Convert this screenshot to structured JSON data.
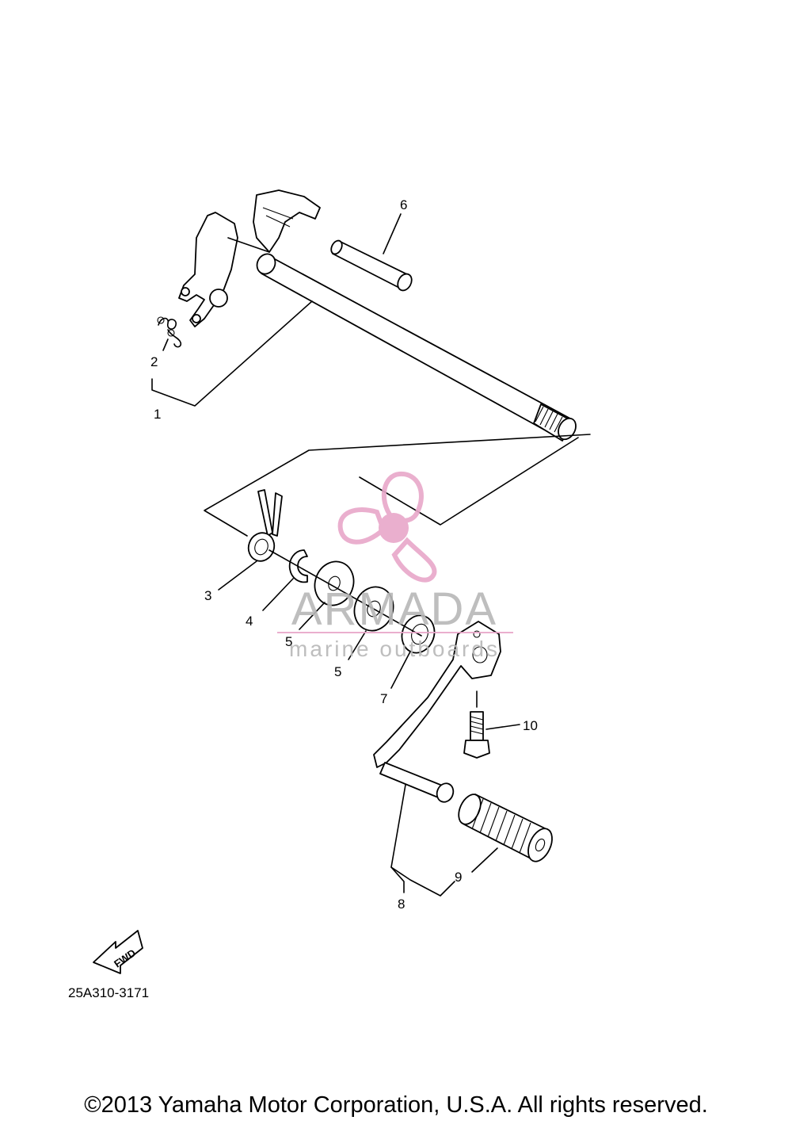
{
  "diagram": {
    "code": "25A310-3171",
    "fwd_label": "FWD",
    "callouts": [
      "1",
      "2",
      "3",
      "4",
      "5",
      "5",
      "6",
      "7",
      "8",
      "9",
      "10"
    ]
  },
  "watermark": {
    "brand": "ARMADA",
    "tagline": "marine outboards",
    "color": "#e8a7c9"
  },
  "footer": {
    "copyright": "©2013 Yamaha Motor Corporation, U.S.A. All rights reserved."
  }
}
